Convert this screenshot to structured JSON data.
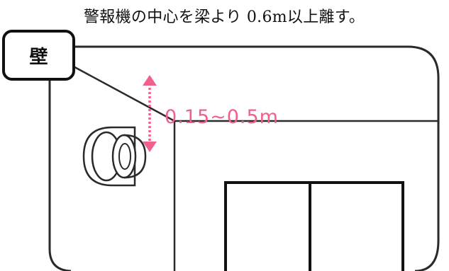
{
  "caption": "警報機の中心を梁より 0.6m以上離す。",
  "wall_label": "壁",
  "distance_label": "0.15~0.5m",
  "colors": {
    "outline": "#2a2a2a",
    "arrow": "#f0608a",
    "frame": "#111111"
  },
  "icons": {
    "alarm": "smoke-alarm-icon",
    "arrow": "double-arrow-vertical-icon"
  }
}
